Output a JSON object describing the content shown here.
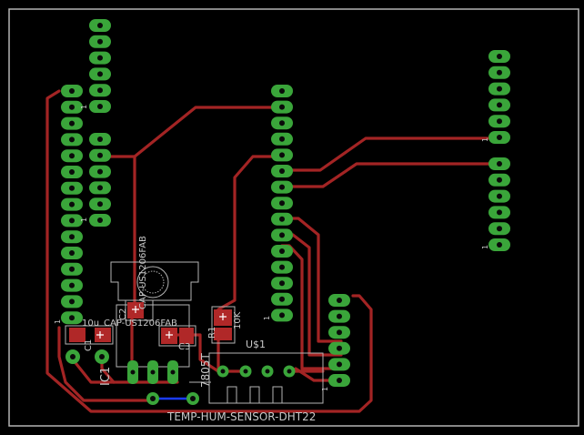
{
  "colors": {
    "background": "#000000",
    "outline": "#b4b4b4",
    "trace": "#a32424",
    "pad": "#3aa53a",
    "pad_hole": "#0a0a0a",
    "smd_pad": "#b02828",
    "silkscreen": "#c8c8c8",
    "bottom_trace": "#1a3cff"
  },
  "labels": {
    "board_name": "TEMP-HUM-SENSOR-DHT22",
    "cap_value_10u": "10u",
    "cap_c1": "C1",
    "cap_package": "CAP-US1206FAB",
    "cap_package_2": "CAP-US1206FAB",
    "cap_c2": "C2",
    "cap_c3": "C3",
    "resistor_value": "10K",
    "resistor_name": "R1",
    "regulator_name": "IC1",
    "regulator_value": "7805T",
    "sensor_name": "U$1",
    "pin1_a": "1",
    "pin1_b": "1",
    "pin1_c": "1",
    "pin1_d": "1",
    "pin1_e": "1",
    "pin1_f": "1",
    "pin1_g": "1"
  }
}
